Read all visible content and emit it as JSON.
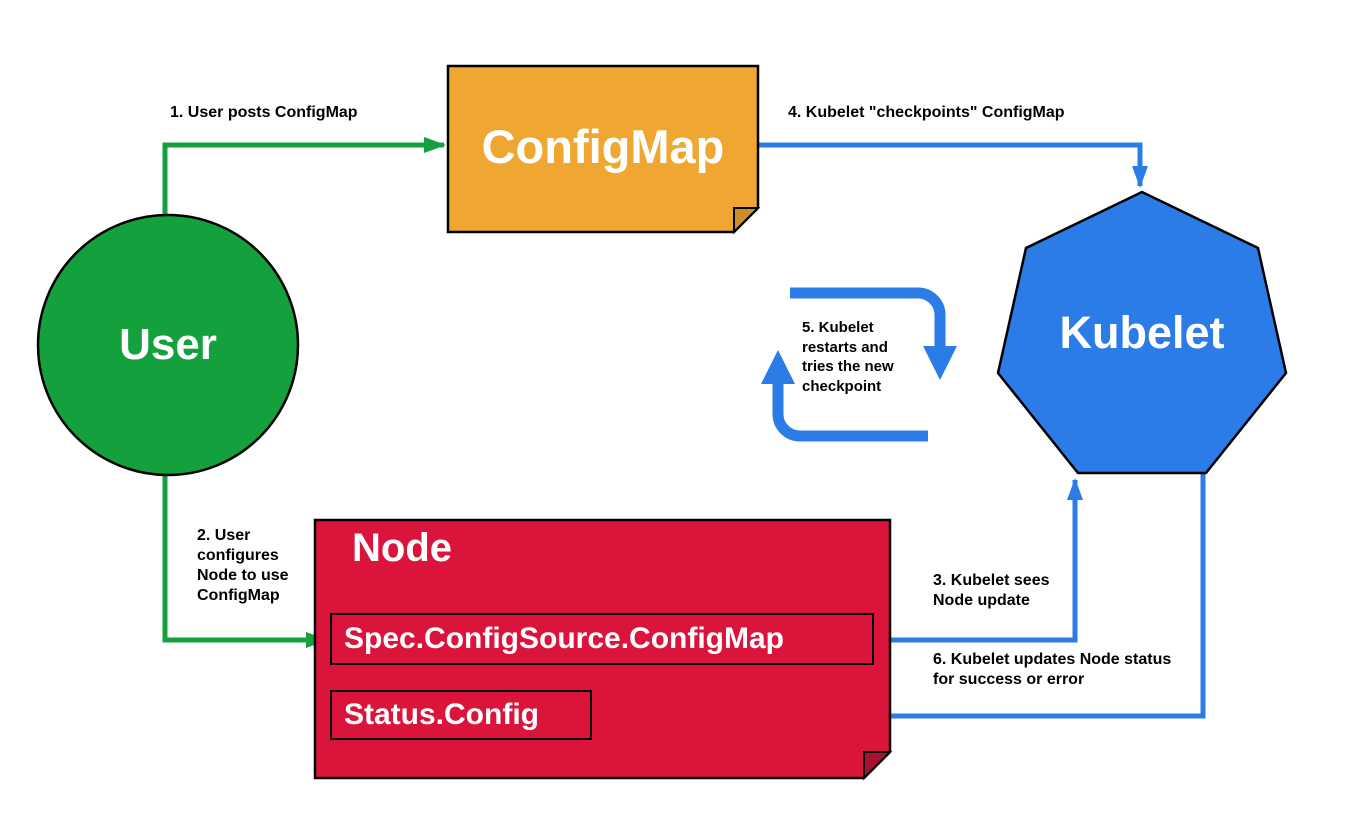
{
  "colors": {
    "green": "#14A03C",
    "orange": "#F0A732",
    "orange_fold": "#CE8E27",
    "blue": "#2C7CE8",
    "red": "#DB143C",
    "red_fold": "#AA1030",
    "outline": "#000000",
    "text_light": "#FFFFFF",
    "text_dark": "#000000",
    "background": "#FFFFFF"
  },
  "nodes": {
    "user": {
      "label": "User"
    },
    "configmap": {
      "label": "ConfigMap"
    },
    "kubelet": {
      "label": "Kubelet"
    },
    "node": {
      "label": "Node",
      "spec_field": "Spec.ConfigSource.ConfigMap",
      "status_field": "Status.Config"
    }
  },
  "loop": {
    "label": "5. Kubelet restarts and tries the new checkpoint"
  },
  "arrow_labels": {
    "step1": "1. User posts ConfigMap",
    "step2": "2. User configures Node to use ConfigMap",
    "step3": "3. Kubelet sees Node update",
    "step4": "4. Kubelet \"checkpoints\" ConfigMap",
    "step6": "6. Kubelet updates Node status for success or error"
  }
}
